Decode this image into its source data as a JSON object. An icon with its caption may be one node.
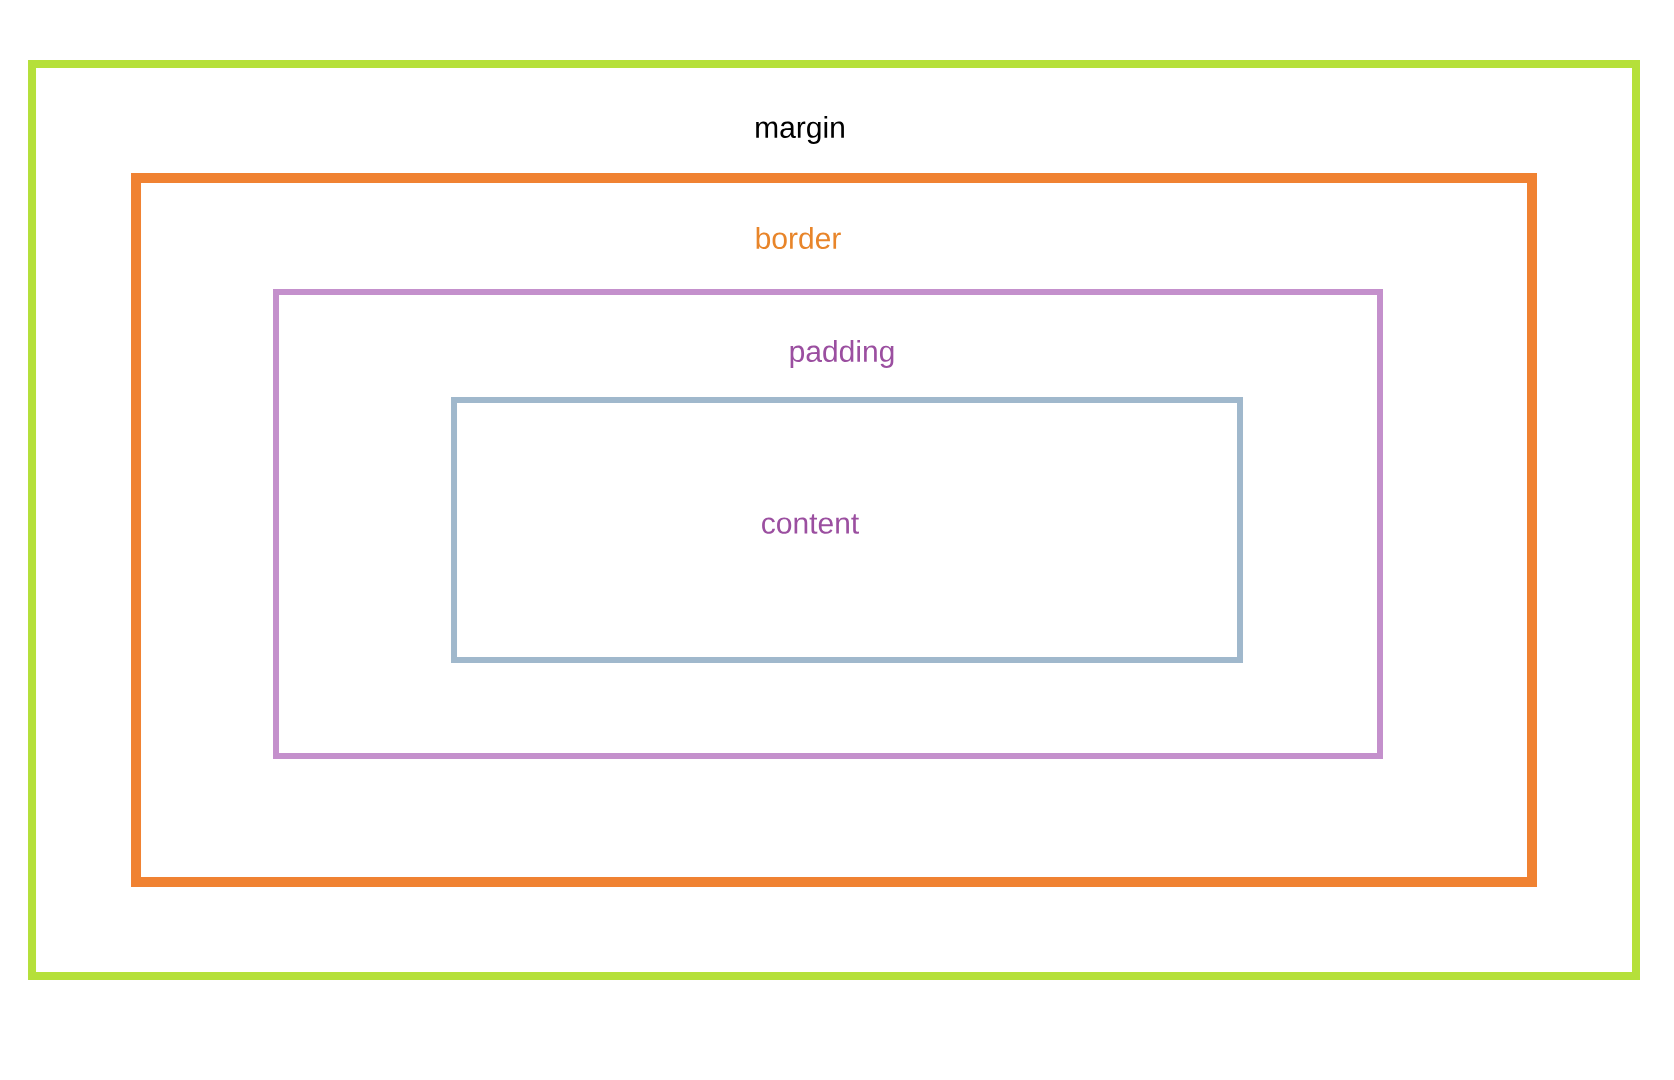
{
  "diagram": {
    "nodes": [
      {
        "text": [
          "margin"
        ]
      },
      {
        "text": [
          "border"
        ],
        "in": 0
      },
      {
        "text": [
          "padding"
        ],
        "in": 1
      },
      {
        "text": [
          "content"
        ],
        "in": 2
      }
    ]
  }
}
